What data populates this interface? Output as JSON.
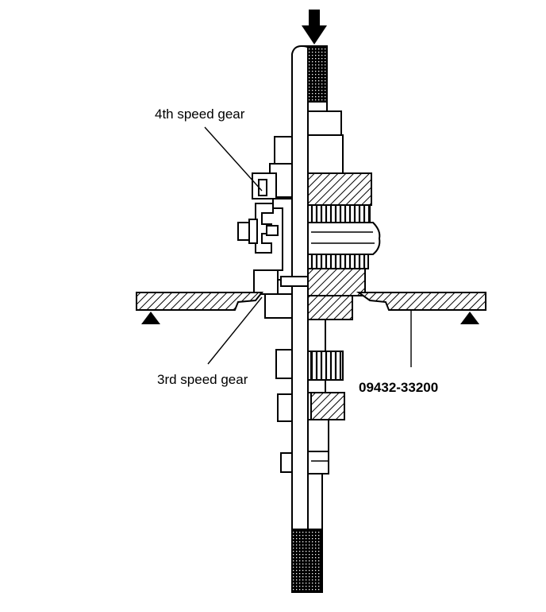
{
  "labels": {
    "fourth_gear": "4th speed gear",
    "third_gear": "3rd speed gear",
    "tool_number": "09432-33200"
  },
  "colors": {
    "ink": "#000000",
    "paper": "#ffffff"
  },
  "icons": {
    "press_arrow": "arrow-down-icon",
    "support": "triangle-support-icon"
  }
}
